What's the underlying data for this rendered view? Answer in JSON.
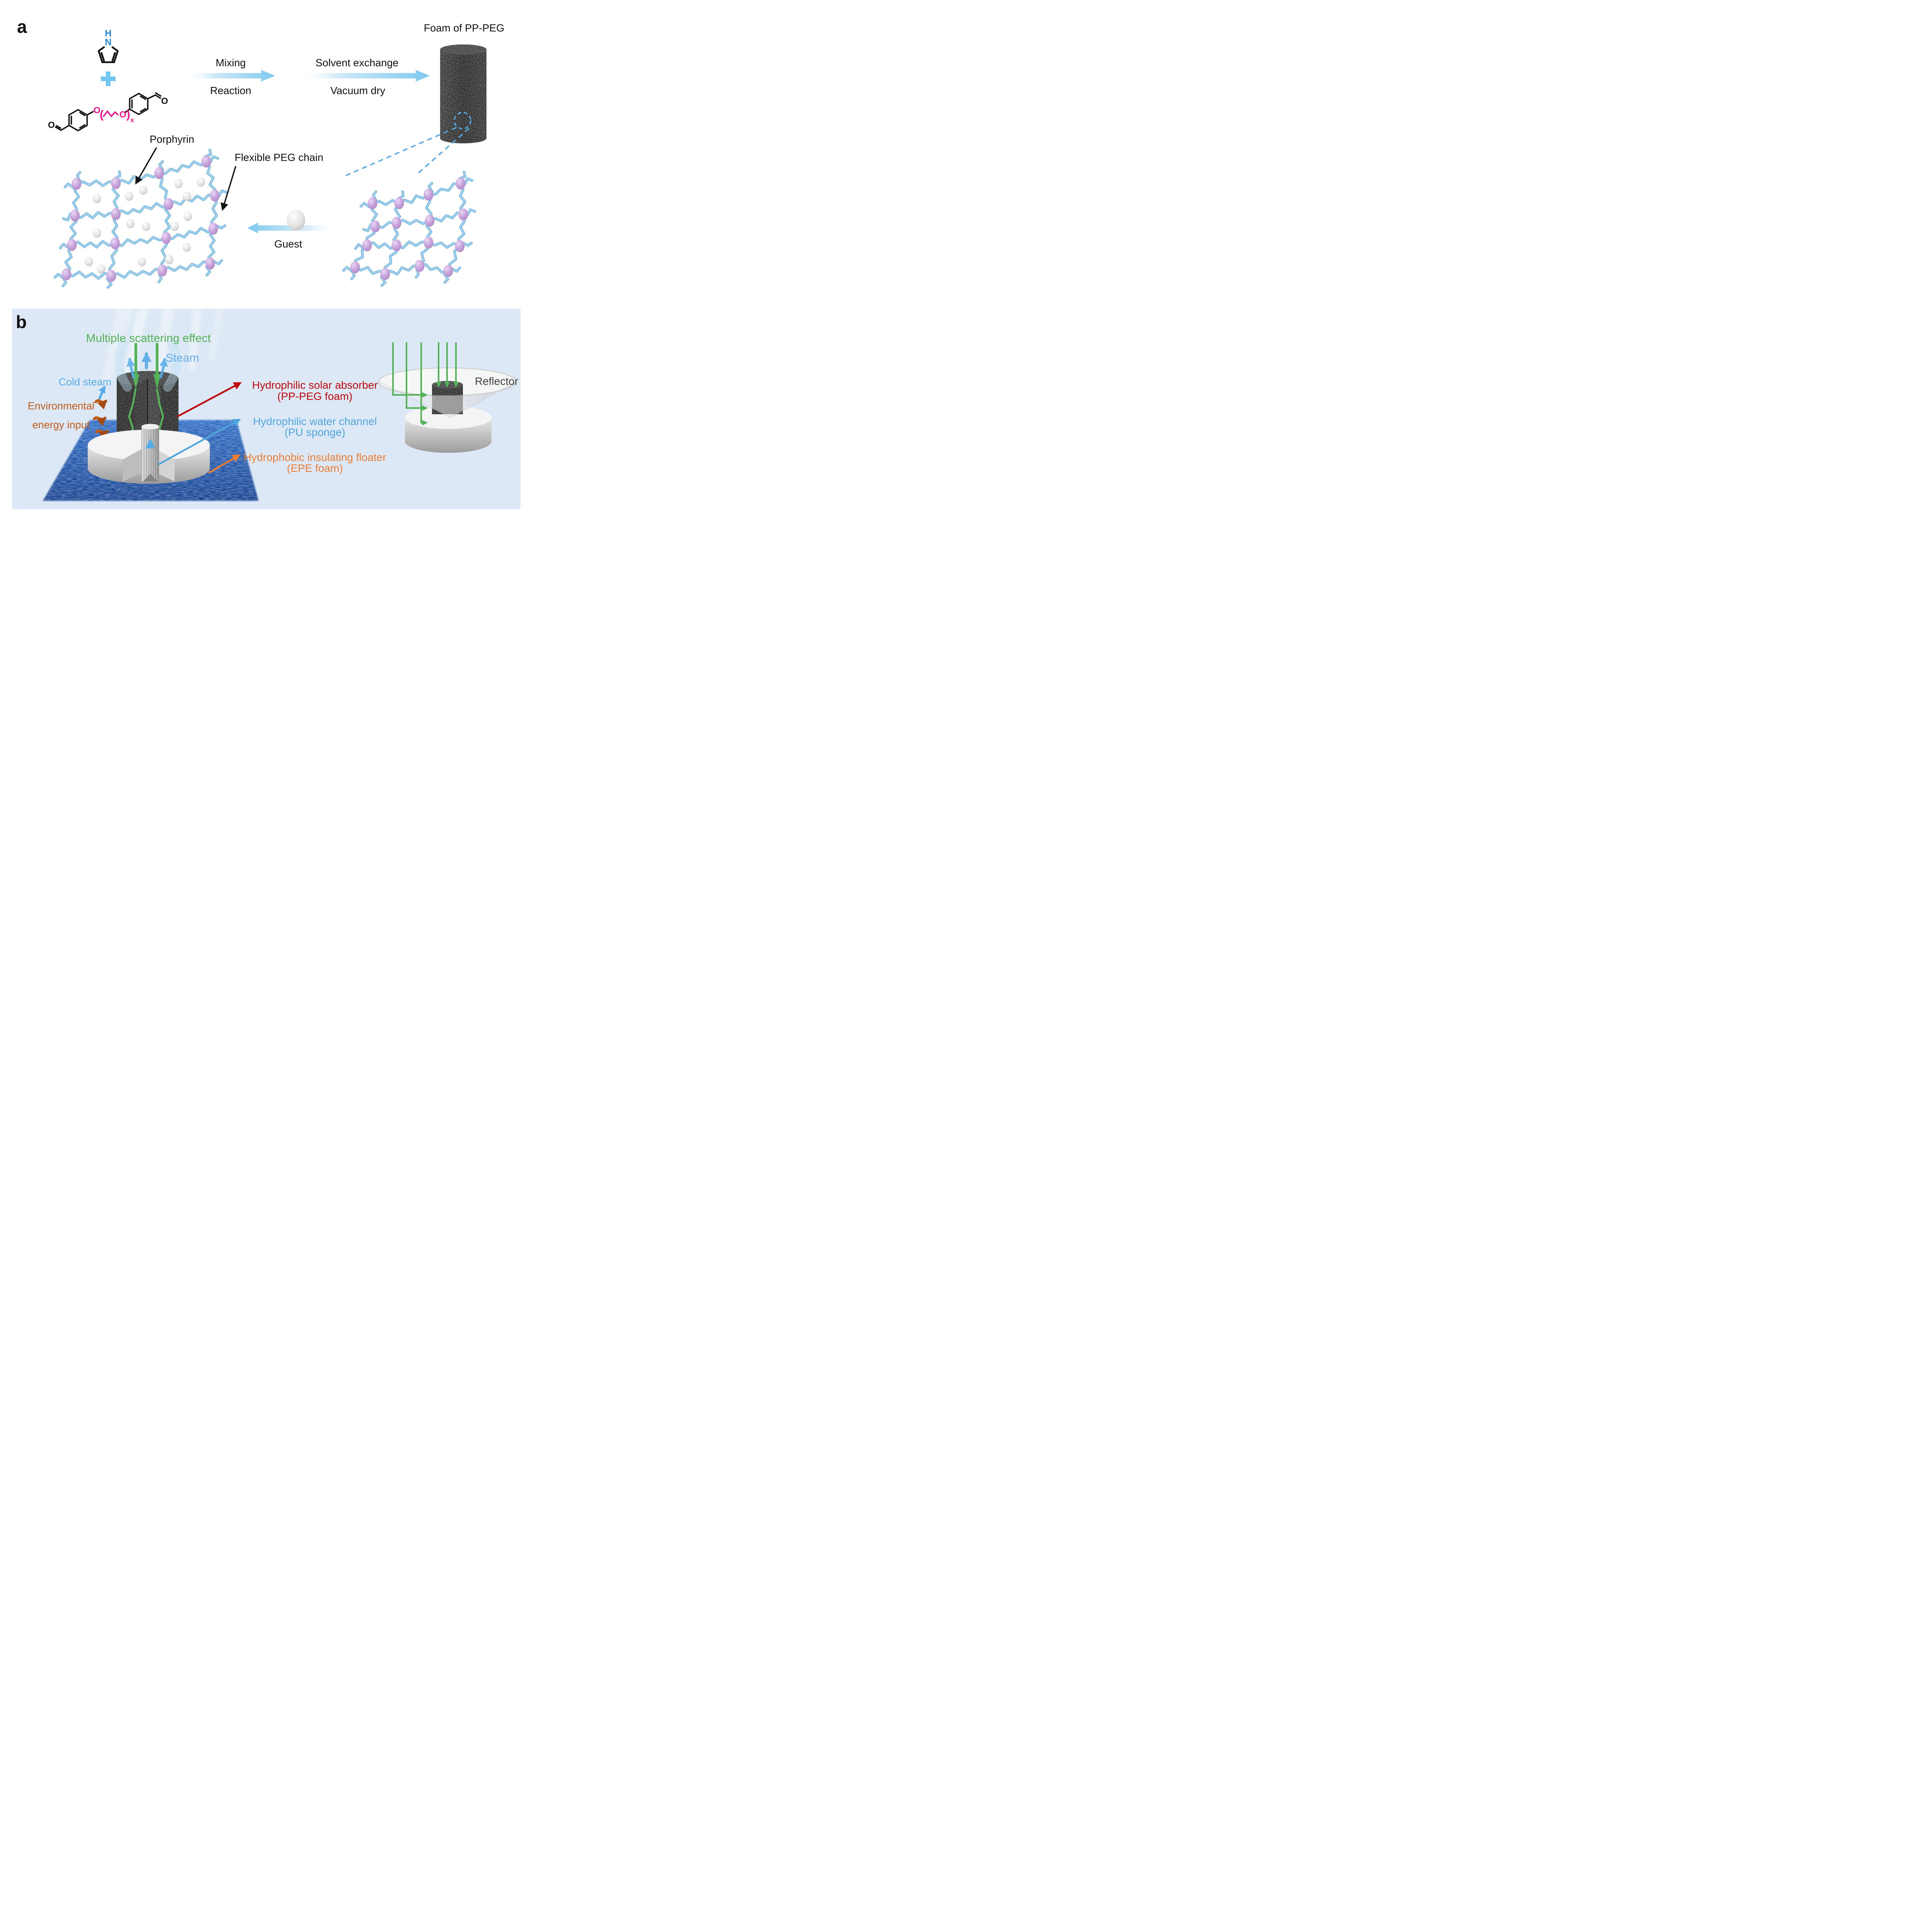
{
  "panel_a": {
    "label": "a",
    "pyrrole": {
      "h": "H",
      "n": "N"
    },
    "monomer": {
      "o_carbonyl_left": "O",
      "o_ether_left": "O",
      "o_ether_right": "O",
      "o_carbonyl_right": "O",
      "repeat_subscript": "x"
    },
    "step1": {
      "top": "Mixing",
      "bottom": "Reaction"
    },
    "step2": {
      "top": "Solvent exchange",
      "bottom": "Vacuum dry"
    },
    "foam_title": "Foam of PP-PEG",
    "porphyrin_label": "Porphyrin",
    "peg_label": "Flexible PEG chain",
    "guest_label": "Guest"
  },
  "panel_b": {
    "label": "b",
    "scattering_label": "Multiple scattering effect",
    "steam_label": "Steam",
    "cold_steam_label": "Cold steam",
    "env_line1": "Environmental",
    "env_line2": "energy input",
    "legend": [
      {
        "line1": "Hydrophilic solar absorber",
        "line2": "(PP-PEG foam)",
        "color": "#be090d"
      },
      {
        "line1": "Hydrophilic water channel",
        "line2": "(PU sponge)",
        "color": "#4fa6dc"
      },
      {
        "line1": "Hydrophobic insulating floater",
        "line2": "(EPE foam)",
        "color": "#ed7d31"
      }
    ],
    "reflector_label": "Reflector"
  },
  "colors": {
    "hn_blue": "#1e88d8",
    "plus_blue": "#72c7f2",
    "pink": "#f0148c",
    "arrow_blue": "#7fc8f0",
    "dashed_blue": "#55a9e2",
    "green": "#53b156",
    "steam_blue": "#69aee7",
    "cold_steam_blue": "#55ace8",
    "env_orange": "#c05a17",
    "absorber_red": "#be090d",
    "channel_blue": "#4fa6dc",
    "floater_orange": "#ed7d31",
    "reflector_gray": "#3f3f3f",
    "chain_blue": "#66aed9",
    "chain_highlight": "#a9d7f1",
    "porphyrin_purple": "#c7a3d9",
    "guest_gray": "#d9d9d9",
    "ocean_blue": "#1c52a8",
    "panelb_bg": "#dce8f5"
  },
  "networks": {
    "left": {
      "rows": [
        [
          [
            198,
            476
          ],
          [
            300,
            474
          ],
          [
            412,
            448
          ],
          [
            534,
            418
          ]
        ],
        [
          [
            194,
            558
          ],
          [
            300,
            554
          ],
          [
            436,
            528
          ],
          [
            556,
            506
          ]
        ],
        [
          [
            186,
            634
          ],
          [
            298,
            630
          ],
          [
            430,
            616
          ],
          [
            552,
            592
          ]
        ],
        [
          [
            172,
            710
          ],
          [
            288,
            714
          ],
          [
            420,
            700
          ],
          [
            544,
            682
          ]
        ]
      ],
      "guests": [
        [
          251,
          514
        ],
        [
          334,
          508
        ],
        [
          371,
          492
        ],
        [
          462,
          475
        ],
        [
          520,
          471
        ],
        [
          484,
          508
        ],
        [
          486,
          560
        ],
        [
          337,
          579
        ],
        [
          378,
          586
        ],
        [
          452,
          586
        ],
        [
          251,
          603
        ],
        [
          483,
          640
        ],
        [
          230,
          677
        ],
        [
          367,
          677
        ],
        [
          438,
          672
        ],
        [
          262,
          696
        ]
      ]
    },
    "right": {
      "rows": [
        [
          [
            964,
            526
          ],
          [
            1033,
            526
          ],
          [
            1109,
            504
          ],
          [
            1192,
            475
          ]
        ],
        [
          [
            971,
            586
          ],
          [
            1026,
            577
          ],
          [
            1112,
            571
          ],
          [
            1199,
            555
          ]
        ],
        [
          [
            950,
            635
          ],
          [
            1026,
            635
          ],
          [
            1109,
            628
          ],
          [
            1190,
            637
          ]
        ],
        [
          [
            919,
            692
          ],
          [
            997,
            709
          ],
          [
            1086,
            688
          ],
          [
            1160,
            701
          ]
        ]
      ],
      "guests": []
    }
  }
}
